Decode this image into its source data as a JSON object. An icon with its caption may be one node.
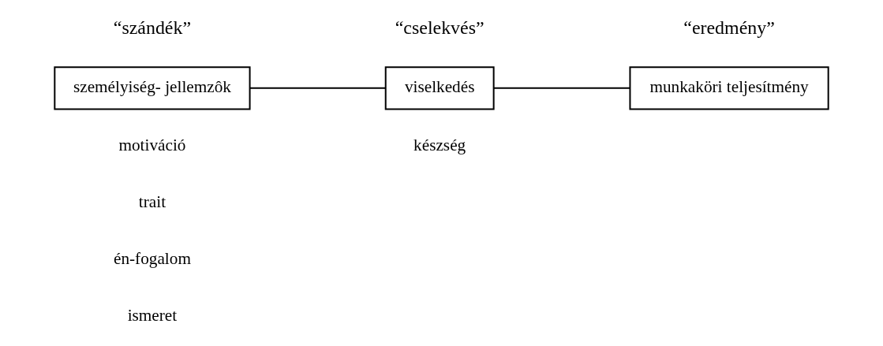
{
  "diagram": {
    "nodes": [
      {
        "text": [
          "személyiség- jellemzôk"
        ],
        "beside": [
          "“szándék”",
          "motiváció",
          "trait",
          "én-fogalom",
          "ismeret"
        ]
      },
      {
        "text": [
          "viselkedés"
        ],
        "beside": [
          "“cselekvés”",
          "készség"
        ]
      },
      {
        "text": [
          "munkaköri teljesítmény"
        ],
        "beside": [
          "“eredmény”"
        ]
      }
    ],
    "edges": [
      {
        "from": 0,
        "to": 1,
        "arrow": "none"
      },
      {
        "from": 1,
        "to": 2,
        "arrow": "none"
      }
    ]
  }
}
